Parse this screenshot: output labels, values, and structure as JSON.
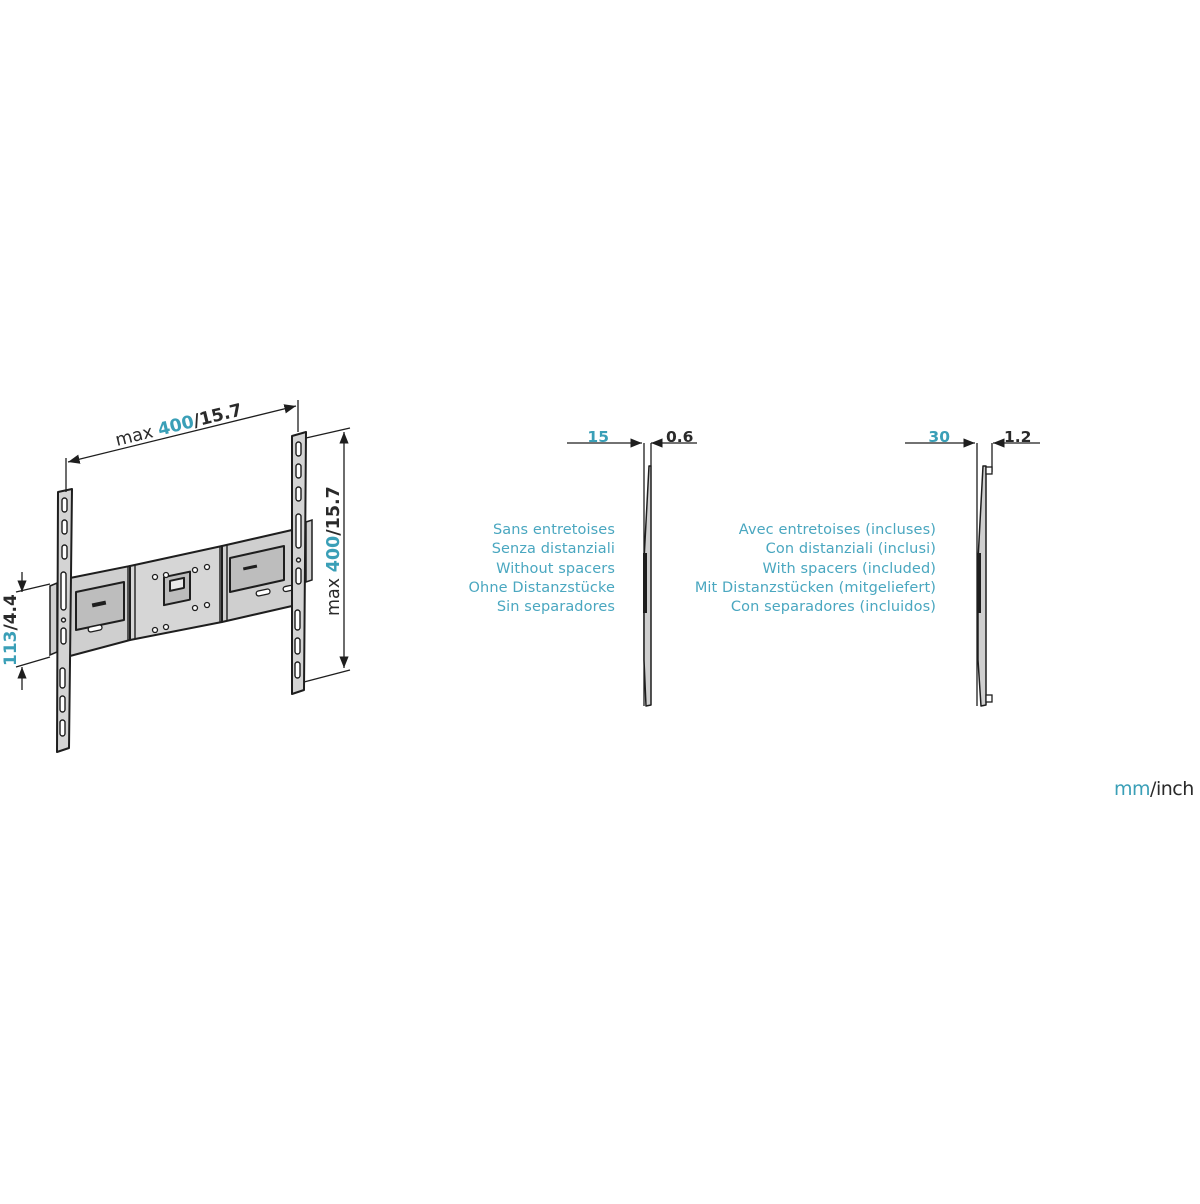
{
  "colors": {
    "accent_teal": "#3a9fb7",
    "text_dark": "#2a2a2a",
    "bracket_fill": "#d4d4d4",
    "bracket_stroke": "#1e1e1e",
    "background": "#ffffff"
  },
  "front_view": {
    "width_dimension": {
      "prefix": "max ",
      "metric": "400",
      "separator": "/",
      "imperial": "15.7"
    },
    "height_dimension": {
      "prefix": "max ",
      "metric": "400",
      "separator": "/",
      "imperial": "15.7"
    },
    "wall_plate_dimension": {
      "metric": "113",
      "separator": "/",
      "imperial": "4.4"
    }
  },
  "side_view_without_spacers": {
    "depth_metric": "15",
    "depth_imperial": "0.6",
    "labels": [
      "Sans entretoises",
      "Senza distanziali",
      "Without spacers",
      "Ohne Distanzstücke",
      "Sin separadores"
    ]
  },
  "side_view_with_spacers": {
    "depth_metric": "30",
    "depth_imperial": "1.2",
    "labels": [
      "Avec entretoises (incluses)",
      "Con distanziali (inclusi)",
      "With spacers (included)",
      "Mit Distanzstücken (mitgeliefert)",
      "Con separadores (incluidos)"
    ]
  },
  "units_legend": {
    "metric": "mm",
    "separator": "/",
    "imperial": "inch"
  }
}
